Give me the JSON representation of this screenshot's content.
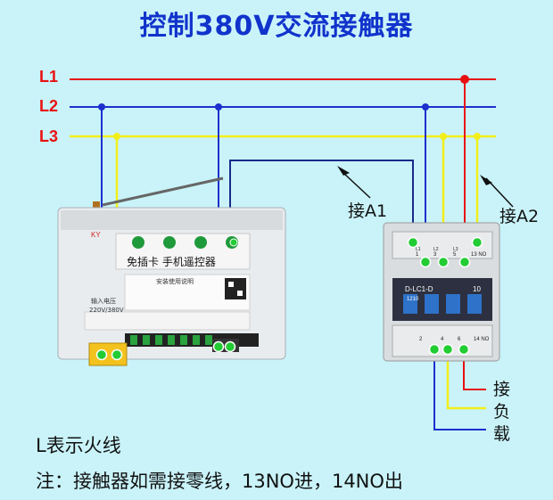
{
  "title": "控制380V交流接触器",
  "lines": {
    "l1": "L1",
    "l2": "L2",
    "l3": "L3"
  },
  "colors": {
    "background": "#c9f3f9",
    "title": "#1133cc",
    "l1_wire": "#e81111",
    "l2_wire": "#1d2fcc",
    "l3_wire": "#f2ee1a",
    "control_wire": "#1a2a8a",
    "terminal": "#22cc33"
  },
  "annotations": {
    "a1": "接A1",
    "a2": "接A2",
    "load": [
      "接",
      "负",
      "载"
    ]
  },
  "controller": {
    "name": "免插卡 手机遥控器",
    "panel_title": "安装使用说明",
    "rating_label": "输入电压",
    "rating_value": "220V/380V",
    "brand": "KY"
  },
  "contactor": {
    "model": "D-LC1-D",
    "model_sub": "1210",
    "rating": "10",
    "top_terminals": [
      "1",
      "3",
      "5",
      "13 NO"
    ],
    "top_terminal_prefix": [
      "L1",
      "L2",
      "L3",
      ""
    ],
    "bottom_terminals": [
      "2",
      "4",
      "6",
      "14 NO"
    ]
  },
  "footer": {
    "line1": "L表示火线",
    "line2": "注：接触器如需接零线，13NO进，14NO出"
  }
}
